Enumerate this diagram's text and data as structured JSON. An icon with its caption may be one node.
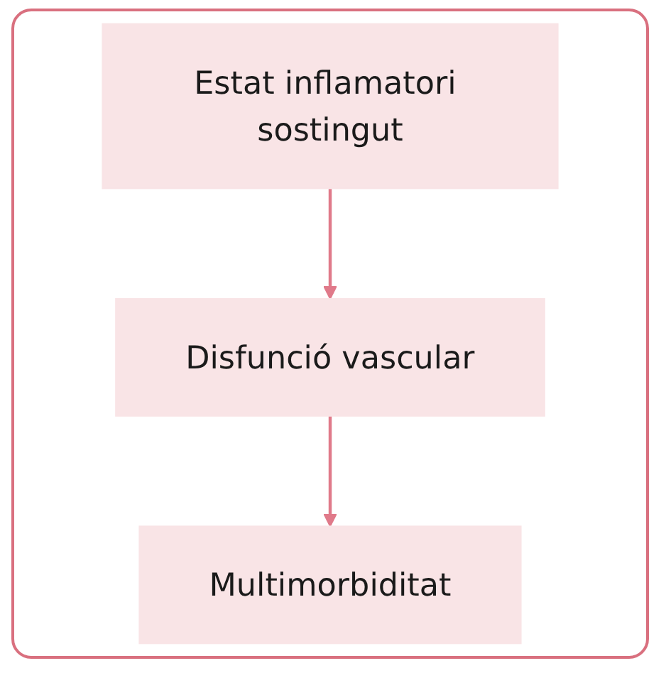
{
  "diagram": {
    "nodes": [
      {
        "text": [
          "Estat inflamatori sostingut"
        ]
      },
      {
        "text": [
          "Disfunció vascular"
        ]
      },
      {
        "text": [
          "Multimorbiditat"
        ]
      }
    ],
    "edges": [
      {
        "from": 0,
        "to": 1,
        "arrow": "to"
      },
      {
        "from": 1,
        "to": 2,
        "arrow": "to"
      }
    ]
  }
}
